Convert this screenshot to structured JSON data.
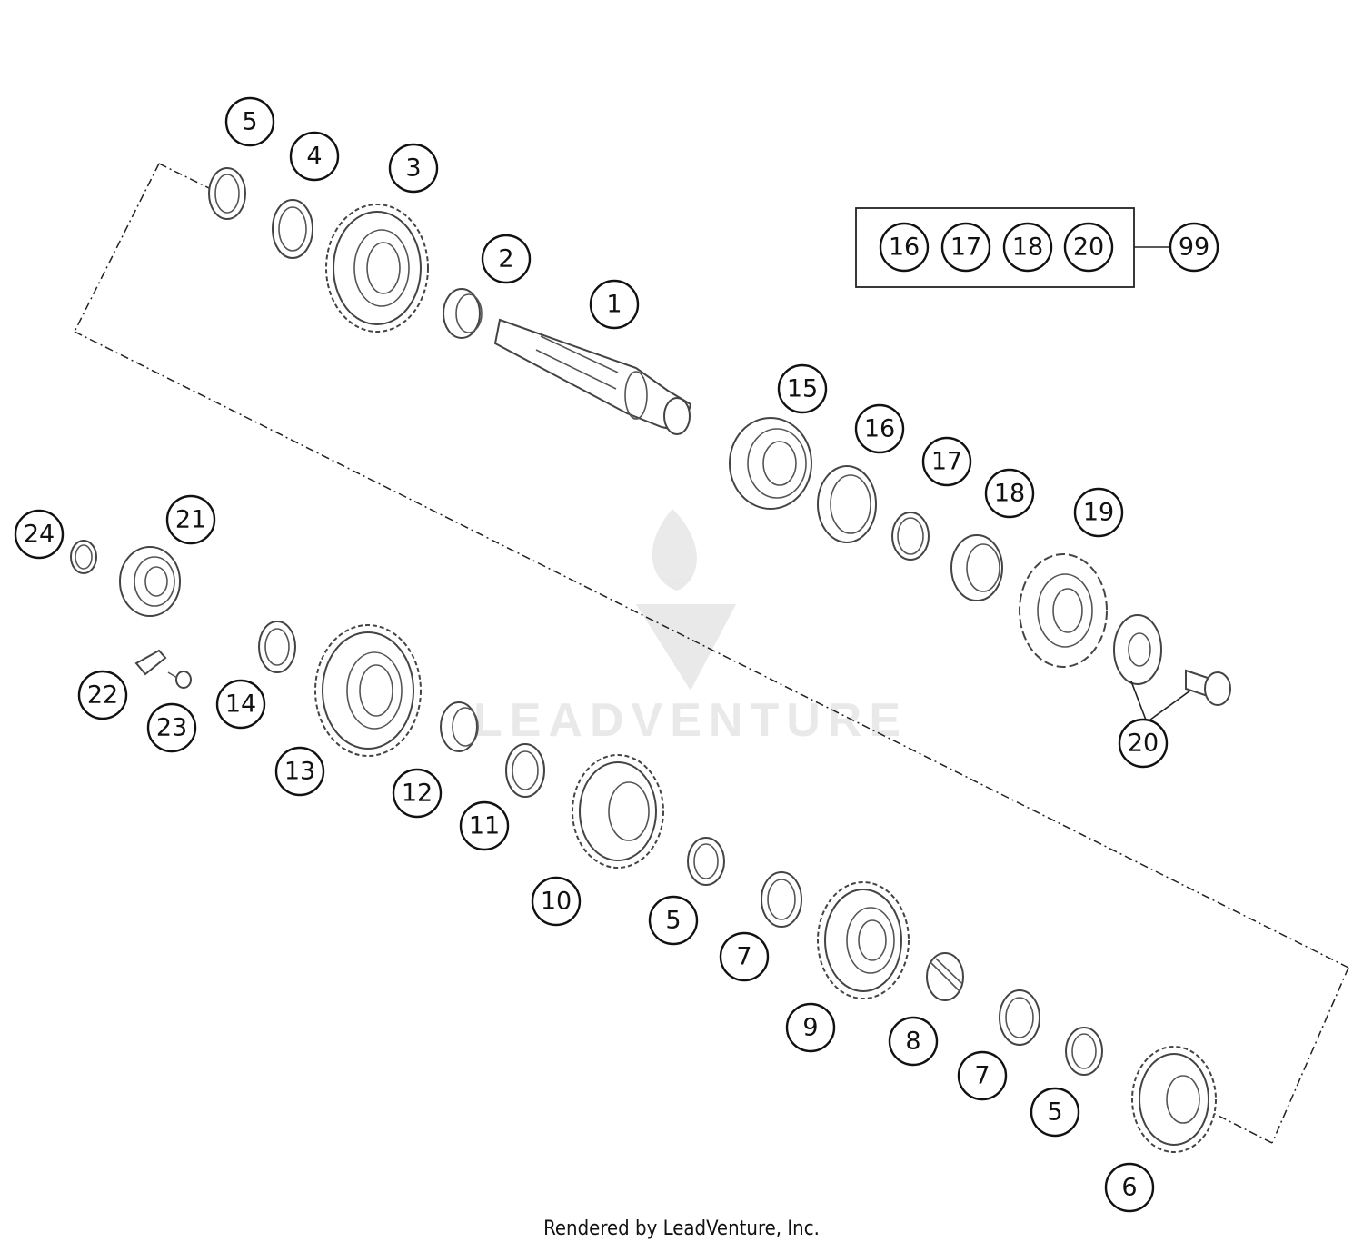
{
  "callouts": {
    "c1": "1",
    "c2": "2",
    "c3": "3",
    "c4": "4",
    "c5a": "5",
    "c5b": "5",
    "c5c": "5",
    "c6": "6",
    "c7a": "7",
    "c7b": "7",
    "c8": "8",
    "c9": "9",
    "c10": "10",
    "c11": "11",
    "c12": "12",
    "c13": "13",
    "c14": "14",
    "c15": "15",
    "c16": "16",
    "c17": "17",
    "c18": "18",
    "c19": "19",
    "c20": "20",
    "c21": "21",
    "c22": "22",
    "c23": "23",
    "c24": "24"
  },
  "kit": {
    "items": [
      "16",
      "17",
      "18",
      "20"
    ],
    "kit_number": "99"
  },
  "watermark_text": "LEADVENTURE",
  "footer": "Rendered by LeadVenture, Inc."
}
